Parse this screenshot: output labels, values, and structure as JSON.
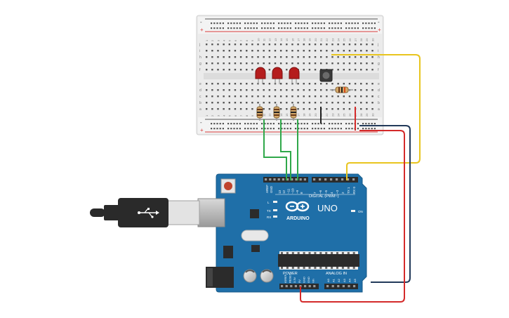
{
  "breadboard": {
    "column_numbers": [
      "1",
      "2",
      "3",
      "4",
      "5",
      "6",
      "7",
      "8",
      "9",
      "10",
      "11",
      "12",
      "13",
      "14",
      "15",
      "16",
      "17",
      "18",
      "19",
      "20",
      "21",
      "22",
      "23",
      "24",
      "25",
      "26",
      "27",
      "28",
      "29",
      "30"
    ],
    "row_letters_top": [
      "j",
      "i",
      "h",
      "g",
      "f"
    ],
    "row_letters_bottom": [
      "e",
      "d",
      "c",
      "b",
      "a"
    ],
    "rail_plus": "+",
    "rail_minus": "-"
  },
  "arduino": {
    "logo_text": "ARDUINO",
    "model": "UNO",
    "digital_label": "DIGITAL (PWM~)",
    "power_label": "POWER",
    "analog_label": "ANALOG IN",
    "on_label": "ON",
    "tx_label": "TX",
    "rx_label": "RX",
    "l_label": "L",
    "aref_label": "AREF",
    "gnd_label": "GND",
    "digital_pins": [
      "13",
      "12",
      "~11",
      "~10",
      "~9",
      "8",
      "7",
      "~6",
      "~5",
      "4",
      "~3",
      "2",
      "TX 1",
      "RX 0"
    ],
    "power_pins": [
      "IOREF",
      "RESET",
      "3.3V",
      "5V",
      "GND",
      "GND",
      "Vin"
    ],
    "analog_pins": [
      "A0",
      "A1",
      "A2",
      "A3",
      "A4",
      "A5"
    ]
  },
  "colors": {
    "board_blue": "#1f6fa8",
    "breadboard": "#ececec",
    "rail_red": "#d83b3b",
    "rail_dark": "#555555",
    "wire_green": "#2fa84a",
    "wire_yellow": "#e8c51f",
    "wire_red": "#d42a2a",
    "wire_navy": "#223a5a",
    "led_red": "#b51d1d"
  }
}
